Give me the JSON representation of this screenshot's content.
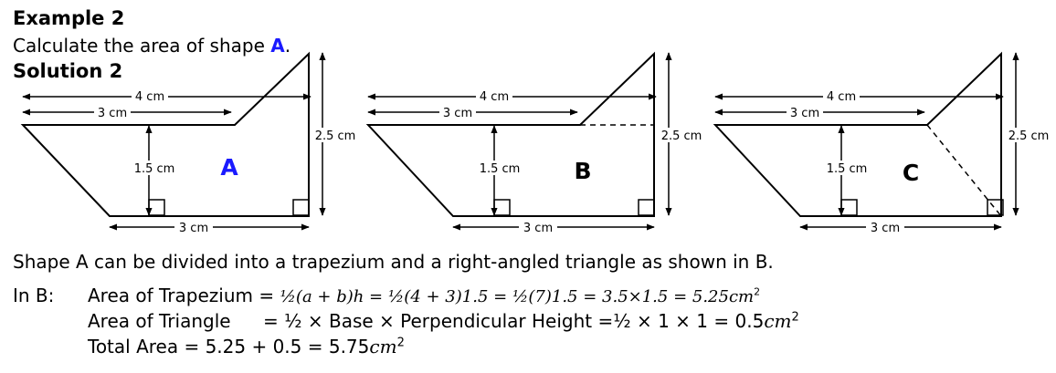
{
  "heading": "Example 2",
  "question_pre": "Calculate the area of shape ",
  "question_shape": "A",
  "question_post": ".",
  "solution_heading": "Solution 2",
  "colors": {
    "shape_a_label": "#1a1aff",
    "line": "#000000"
  },
  "figures": {
    "top_width_label": "4 cm",
    "cut_width_label": "3 cm",
    "right_height_label": "2.5 cm",
    "inner_height_label": "1.5 cm",
    "base_label": "3 cm",
    "shape_labels": [
      "A",
      "B",
      "C"
    ]
  },
  "explanation": "Shape A can be divided into a trapezium and a right-angled triangle as shown in B.",
  "in_b": "In B:",
  "trapezium": {
    "label": "Area of Trapezium  = ",
    "formula": "½(a + b)h = ½(4 + 3)1.5 = ½(7)1.5 = 3.5×1.5 = 5.25",
    "unit": "cm",
    "exp": "2"
  },
  "triangle": {
    "label": "Area of Triangle",
    "formula": "= ½ × Base × Perpendicular Height =½ × 1 × 1 = 0.5",
    "unit": "cm",
    "exp": "2"
  },
  "total": {
    "text": "Total Area = 5.25 + 0.5 = 5.75",
    "unit": "cm",
    "exp": "2"
  }
}
